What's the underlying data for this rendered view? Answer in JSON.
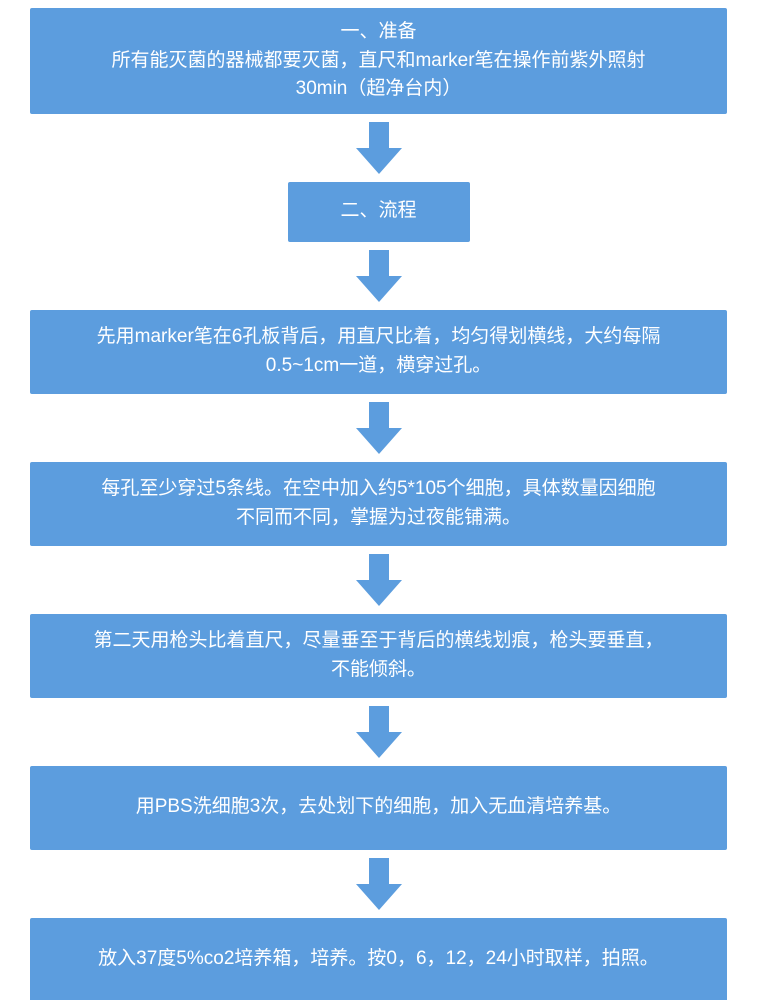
{
  "colors": {
    "accent": "#5c9dde",
    "text_on_accent": "#ffffff",
    "background": "#ffffff"
  },
  "flowchart": {
    "steps": [
      {
        "id": "prepare",
        "lines": [
          "一、准备",
          "所有能灭菌的器械都要灭菌，直尺和marker笔在操作前紫外照射",
          "30min（超净台内）"
        ]
      },
      {
        "id": "process-title",
        "lines": [
          "二、流程"
        ]
      },
      {
        "id": "draw-lines",
        "lines": [
          "先用marker笔在6孔板背后，用直尺比着，均匀得划横线，大约每隔",
          "0.5~1cm一道，横穿过孔。"
        ]
      },
      {
        "id": "seed-cells",
        "lines": [
          "每孔至少穿过5条线。在空中加入约5*105个细胞，具体数量因细胞",
          "不同而不同，掌握为过夜能铺满。"
        ]
      },
      {
        "id": "scratch",
        "lines": [
          "第二天用枪头比着直尺，尽量垂至于背后的横线划痕，枪头要垂直，",
          "不能倾斜。"
        ]
      },
      {
        "id": "wash",
        "lines": [
          "用PBS洗细胞3次，去处划下的细胞，加入无血清培养基。"
        ]
      },
      {
        "id": "incubate",
        "lines": [
          "放入37度5%co2培养箱，培养。按0，6，12，24小时取样，拍照。"
        ]
      }
    ]
  }
}
